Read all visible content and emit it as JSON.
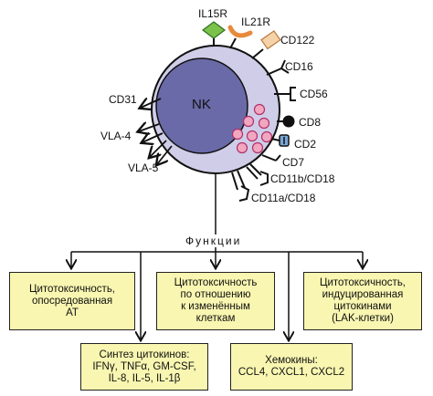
{
  "cell": {
    "label": "NK"
  },
  "receptors": {
    "il15r": "IL15R",
    "il21r": "IL21R",
    "cd122": "CD122",
    "cd16": "CD16",
    "cd56": "CD56",
    "cd8": "CD8",
    "cd2": "CD2",
    "cd7": "CD7",
    "cd11b": "CD11b/CD18",
    "cd11a": "CD11a/CD18",
    "cd31": "CD31",
    "vla4": "VLA-4",
    "vla5": "VLA-5"
  },
  "functions": {
    "title": "Функции",
    "box1": "Цитотоксичность,\nопосредованная\nАТ",
    "box2": "Цитотоксичность\nпо отношению\nк изменённым\nклеткам",
    "box3": "Цитотоксичность,\nиндуцированная\nцитокинами\n(LAK-клетки)",
    "box4": "Синтез цитокинов:\nIFNγ, TNFα, GM-CSF,\nIL-8, IL-5, IL-1β",
    "box5": "Хемокины:\nCCL4, CXCL1, CXCL2"
  },
  "colors": {
    "cell_outer": "#cfcde8",
    "cell_nucleus": "#6a6aa8",
    "granule": "#f2a7c0",
    "box_fill": "#f8f6b0",
    "il15r_diamond": "#7cc24a",
    "il21r_receptor": "#e88a3c",
    "cd122_receptor": "#f5d2a8"
  }
}
